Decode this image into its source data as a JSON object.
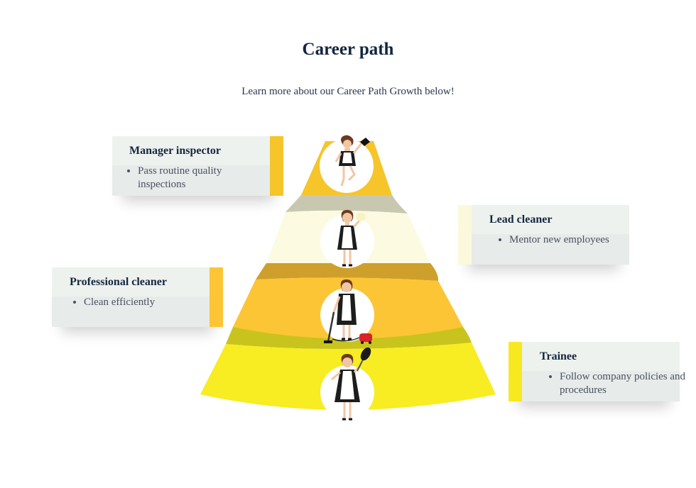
{
  "page": {
    "title": "Career path",
    "subtitle": "Learn more about our Career Path Growth below!"
  },
  "levels": [
    {
      "id": "manager",
      "title": "Manager inspector",
      "bullets": [
        "Pass routine quality inspections"
      ],
      "color": "#f5c52a",
      "accent_color": "#f5c52a",
      "illustration": "maid-duster-icon"
    },
    {
      "id": "lead",
      "title": "Lead cleaner",
      "bullets": [
        "Mentor new employees"
      ],
      "color": "#fcfbe2",
      "accent_color": "#fbf9dc",
      "illustration": "maid-cloth-icon"
    },
    {
      "id": "professional",
      "title": "Professional cleaner",
      "bullets": [
        "Clean efficiently"
      ],
      "color": "#fcc535",
      "accent_color": "#fcc535",
      "illustration": "maid-vacuum-icon"
    },
    {
      "id": "trainee",
      "title": "Trainee",
      "bullets": [
        "Follow company policies and procedures"
      ],
      "color": "#f8ec23",
      "accent_color": "#f7e920",
      "illustration": "maid-feather-duster-icon"
    }
  ]
}
